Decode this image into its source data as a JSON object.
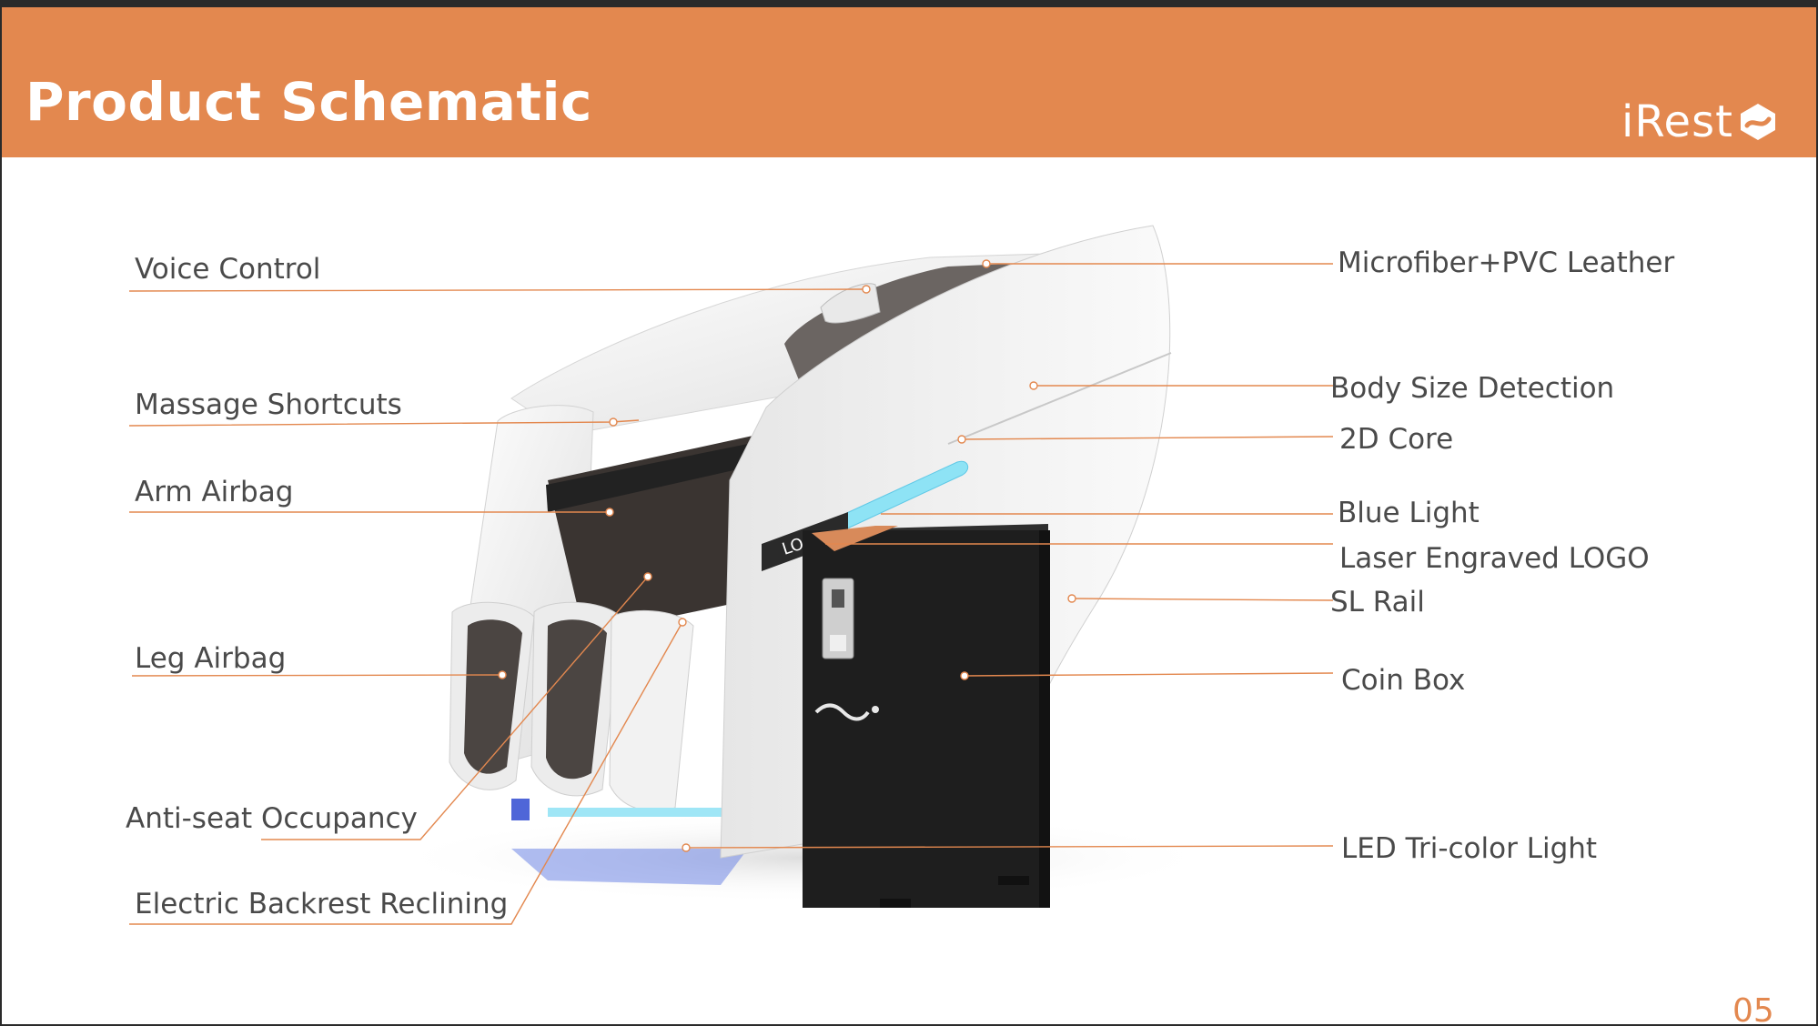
{
  "header": {
    "title": "Product Schematic",
    "brand": "iRest",
    "bar_color": "#e3884f",
    "brand_icon": "irest-logo-icon"
  },
  "callouts_left": [
    "Voice Control",
    "Massage Shortcuts",
    "Arm Airbag",
    "Leg Airbag",
    "Anti-seat Occupancy",
    "Electric Backrest Reclining"
  ],
  "callouts_right": [
    "Microfiber+PVC Leather",
    "Body Size Detection",
    "2D Core",
    "Blue Light",
    "Laser Engraved LOGO",
    "SL Rail",
    "Coin Box",
    "LED Tri-color Light"
  ],
  "product_image": {
    "chair_logo_text": "LOGO",
    "subject": "massage-chair-with-coin-box"
  },
  "footer": {
    "page_number": "05"
  },
  "colors": {
    "accent": "#e3884f",
    "leader_line": "#e3884f",
    "label_text": "#4a4a4a",
    "coin_box": "#1e1e1e",
    "blue_light": "#7fd8f0"
  }
}
